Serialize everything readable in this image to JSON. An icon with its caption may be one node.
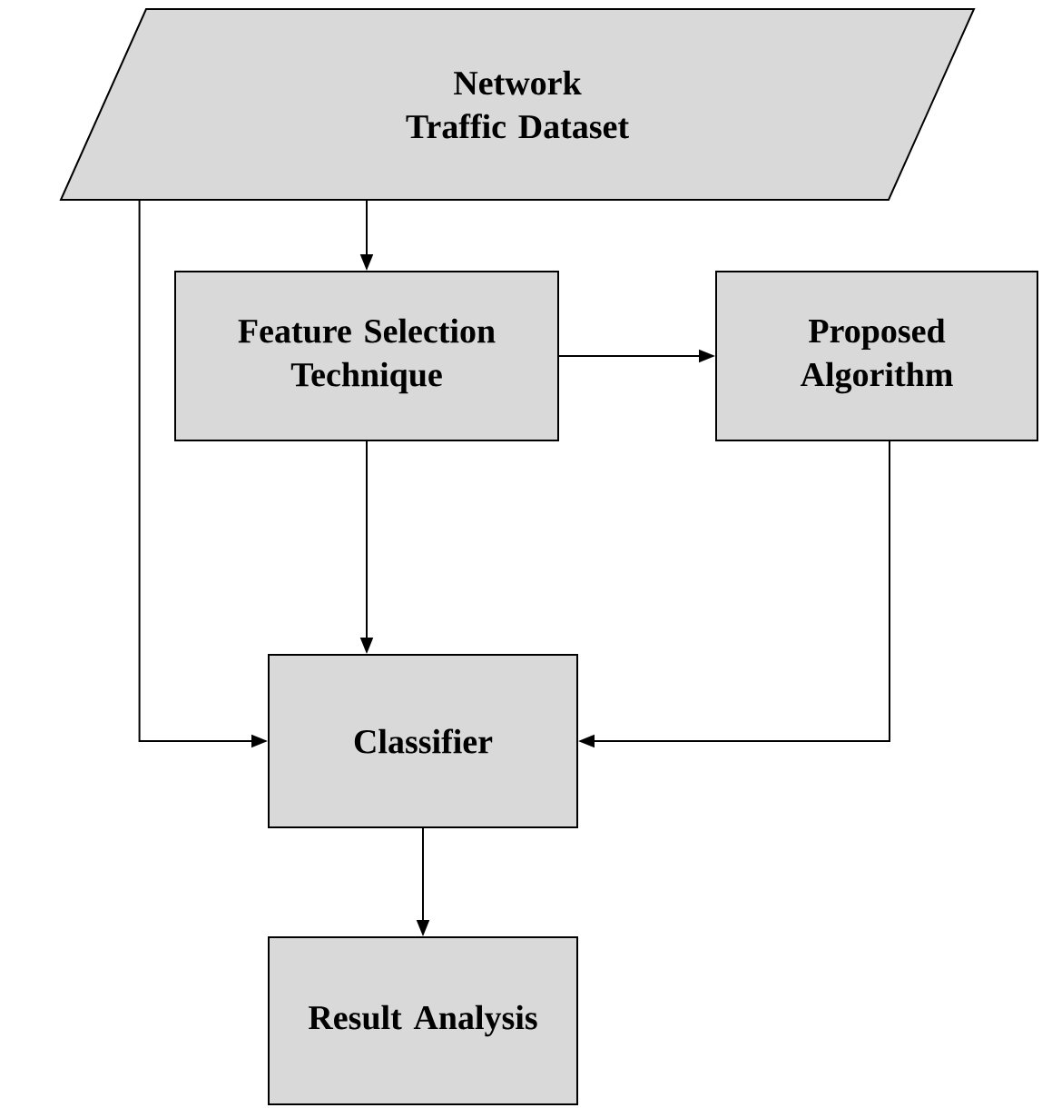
{
  "diagram": {
    "nodes": [
      {
        "text": [
          "Network Traffic Dataset"
        ]
      },
      {
        "text": [
          "Feature Selection Technique"
        ]
      },
      {
        "text": [
          "Proposed Algorithm"
        ]
      },
      {
        "text": [
          "Classifier"
        ]
      },
      {
        "text": [
          "Result Analysis"
        ]
      }
    ],
    "edges": [
      {
        "from": 0,
        "to": 1,
        "arrow": "to"
      },
      {
        "from": 1,
        "to": 2,
        "arrow": "to"
      },
      {
        "from": 1,
        "to": 3,
        "arrow": "to"
      },
      {
        "from": 0,
        "to": 3,
        "arrow": "to"
      },
      {
        "from": 2,
        "to": 3,
        "arrow": "to"
      },
      {
        "from": 3,
        "to": 4,
        "arrow": "to"
      }
    ]
  }
}
